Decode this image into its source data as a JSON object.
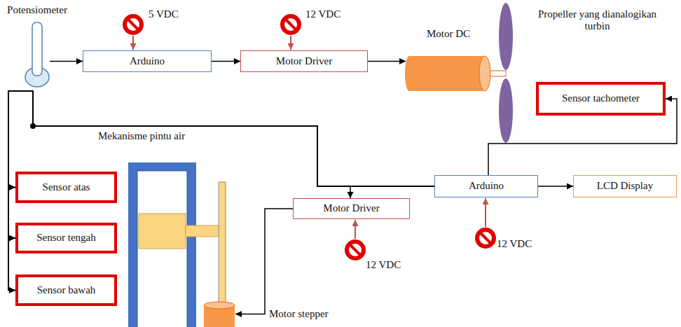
{
  "diagram": {
    "nodes": [
      {
        "text": [
          "Potensiometer"
        ]
      },
      {
        "text": [
          "Arduino"
        ]
      },
      {
        "text": [
          "Motor Driver"
        ]
      },
      {
        "text": [
          "Motor DC"
        ]
      },
      {
        "text": [
          "Sensor tachometer"
        ]
      },
      {
        "text": [
          "Sensor atas"
        ]
      },
      {
        "text": [
          "Sensor tengah"
        ]
      },
      {
        "text": [
          "Sensor bawah"
        ]
      },
      {
        "text": [
          "Motor Driver"
        ]
      },
      {
        "text": [
          "Arduino"
        ]
      },
      {
        "text": [
          "LCD Display"
        ]
      },
      {
        "text": [
          "Motor stepper"
        ]
      }
    ],
    "edges": [
      {
        "from": 0,
        "to": 1,
        "arrow": "to"
      },
      {
        "from": 1,
        "to": 2,
        "arrow": "to"
      },
      {
        "from": 2,
        "to": 3,
        "arrow": "to"
      },
      {
        "from": 9,
        "to": 8,
        "arrow": "to"
      },
      {
        "from": 8,
        "to": 11,
        "arrow": "to"
      },
      {
        "from": 9,
        "to": 10,
        "arrow": "to"
      },
      {
        "from": 9,
        "to": 5,
        "arrow": "to"
      },
      {
        "from": 9,
        "to": 6,
        "arrow": "to"
      },
      {
        "from": 9,
        "to": 7,
        "arrow": "to"
      },
      {
        "from": 9,
        "to": 4,
        "arrow": "to"
      }
    ],
    "labels": [
      "5 VDC",
      "12 VDC",
      "Propeller yang dianalogikan turbin",
      "Mekanisme pintu air",
      "12 VDC",
      "12 VDC"
    ]
  }
}
